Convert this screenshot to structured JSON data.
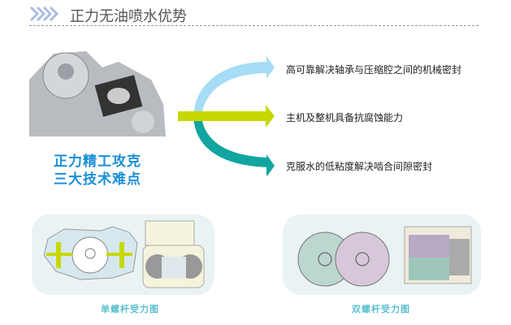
{
  "header": {
    "title": "正力无油喷水优势",
    "icon": "chevron-double-icon"
  },
  "slogan": {
    "line1": "正力精工攻克",
    "line2": "三大技术难点"
  },
  "features": [
    {
      "text": "高可靠解决轴承与压缩腔之间的机械密封",
      "color": "#a6dcf5"
    },
    {
      "text": "主机及整机具备抗腐蚀能力",
      "color": "#c6d800"
    },
    {
      "text": "克服水的低粘度解决啮合间隙密封",
      "color": "#12a5a0"
    }
  ],
  "diagrams": [
    {
      "caption": "单螺杆受力图"
    },
    {
      "caption": "双螺杆受力图"
    }
  ]
}
